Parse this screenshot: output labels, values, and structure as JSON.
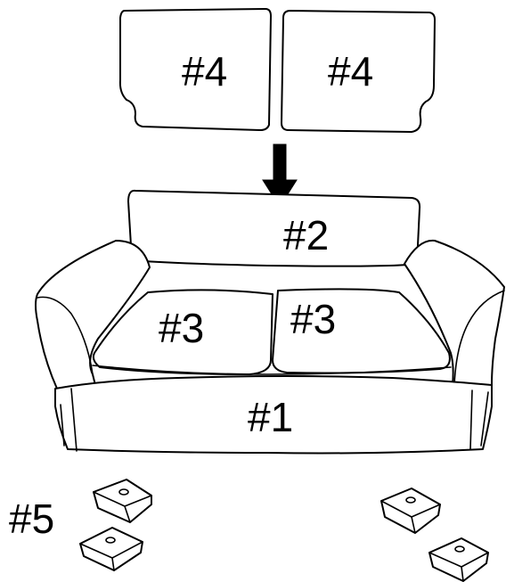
{
  "labels": {
    "cushion_left": "#4",
    "cushion_right": "#4",
    "backrest": "#2",
    "seat_left": "#3",
    "seat_right": "#3",
    "base": "#1",
    "feet": "#5"
  },
  "colors": {
    "line": "#000000",
    "fill": "#ffffff",
    "arrow": "#000000"
  }
}
